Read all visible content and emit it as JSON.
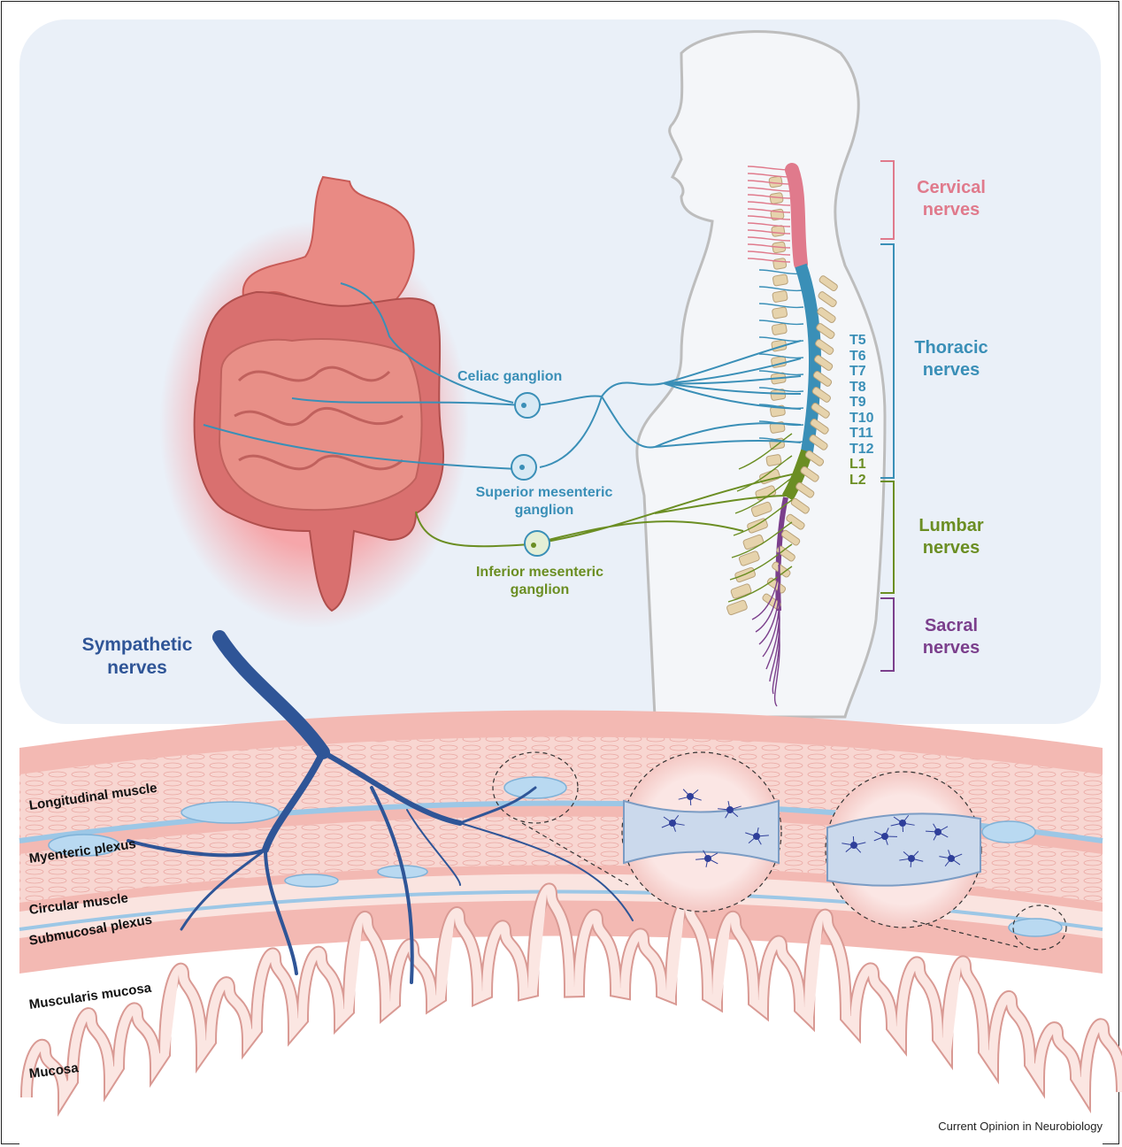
{
  "nerve_groups": {
    "cervical": {
      "line1": "Cervical",
      "line2": "nerves",
      "color": "#e07a8c"
    },
    "thoracic": {
      "line1": "Thoracic",
      "line2": "nerves",
      "color": "#3a8fb7"
    },
    "lumbar": {
      "line1": "Lumbar",
      "line2": "nerves",
      "color": "#6b8e23"
    },
    "sacral": {
      "line1": "Sacral",
      "line2": "nerves",
      "color": "#7b3f8c"
    }
  },
  "segments": {
    "thoracic": [
      "T5",
      "T6",
      "T7",
      "T8",
      "T9",
      "T10",
      "T11",
      "T12"
    ],
    "lumbar": [
      "L1",
      "L2"
    ]
  },
  "ganglia": {
    "celiac": "Celiac ganglion",
    "superior_line1": "Superior mesenteric",
    "superior_line2": "ganglion",
    "inferior_line1": "Inferior mesenteric",
    "inferior_line2": "ganglion"
  },
  "sympathetic": {
    "line1": "Sympathetic",
    "line2": "nerves",
    "color": "#2f5597"
  },
  "layers": {
    "longitudinal": "Longitudinal muscle",
    "myenteric": "Myenteric plexus",
    "circular": "Circular muscle",
    "submucosal": "Submucosal plexus",
    "muscularis": "Muscularis mucosa",
    "mucosa": "Mucosa"
  },
  "credit": "Current Opinion in Neurobiology",
  "colors": {
    "panel": "#eaf0f8",
    "ganglion_blue": "#4a9cc6",
    "vertebra": "#e6d3ac",
    "gut": "#d9706f"
  }
}
